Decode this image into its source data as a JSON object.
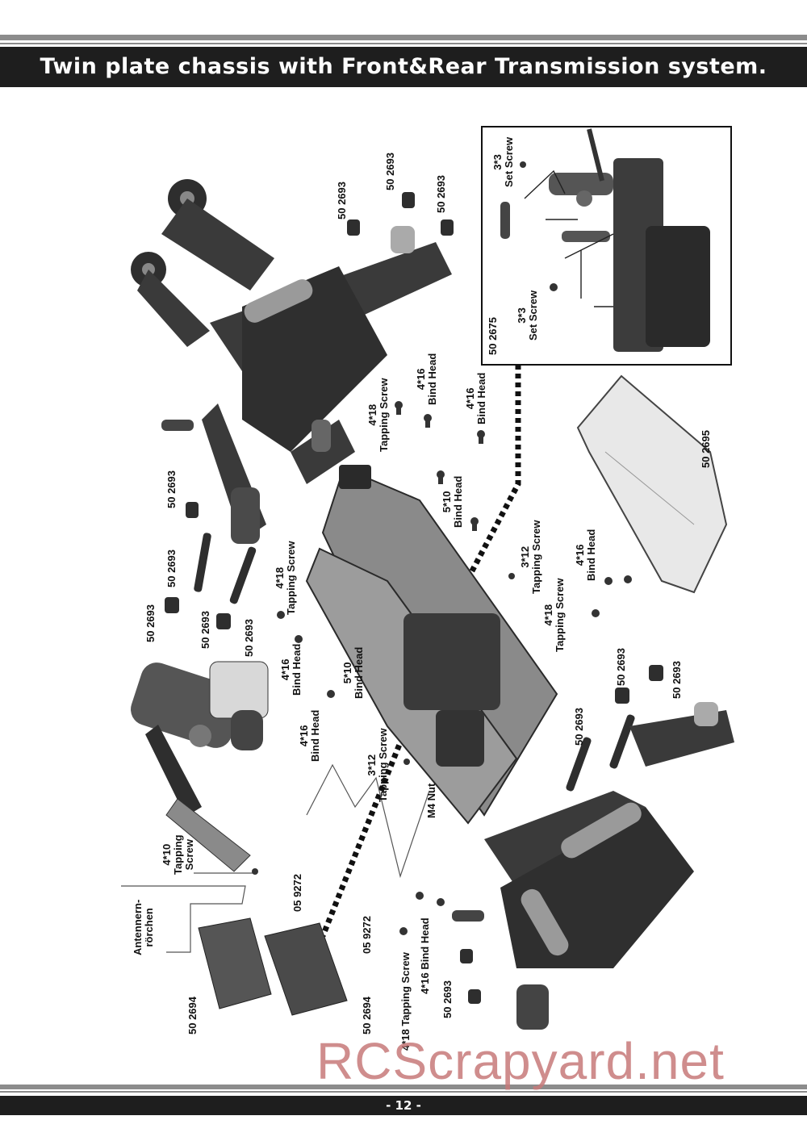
{
  "header": {
    "title": "Twin plate chassis with Front&Rear Transmission system."
  },
  "footer": {
    "page_number": "- 12 -"
  },
  "watermark": "RCScrapyard.net",
  "labels": {
    "p1": "50 2693",
    "p2": "50 2693",
    "p3": "50 2693",
    "p4_a": "4*18",
    "p4_b": "Tapping Screw",
    "p5_a": "4*16",
    "p5_b": "Bind Head",
    "p6_a": "4*16",
    "p6_b": "Bind Head",
    "p7": "50 2693",
    "p8": "50 2693",
    "p9": "50 2693",
    "p10": "50 2693",
    "p11": "50 2693",
    "p12_a": "4*18",
    "p12_b": "Tapping Screw",
    "p13_a": "5*10",
    "p13_b": "Bind Head",
    "p14_a": "4*16",
    "p14_b": "Bind Head",
    "p15_a": "5*10",
    "p15_b": "Bind Head",
    "p16_a": "4*16",
    "p16_b": "Bind Head",
    "p17_a": "3*12",
    "p17_b": "Tapping Screw",
    "p18": "M4 Nut",
    "p19_a": "3*12",
    "p19_b": "Tapping Screw",
    "p20_a": "4*16",
    "p20_b": "Bind Head",
    "p21_a": "4*18",
    "p21_b": "Tapping Screw",
    "p22": "50 2693",
    "p23": "50 2693",
    "p24": "50 2693",
    "p25": "50 2693",
    "p26_a": "4*10",
    "p26_b": "Tapping",
    "p26_c": "Screw",
    "p27": "05 9272",
    "p28": "05 9272",
    "p29_a": "Antennern-",
    "p29_b": "rörchen",
    "p30": "50 2694",
    "p31": "50 2694",
    "p32": "4*18 Tapping Screw",
    "p33": "4*16 Bind Head",
    "p34": "50 2695",
    "p35_a": "3*3",
    "p35_b": "Set Screw",
    "p36_a": "3*3",
    "p36_b": "Set Screw",
    "p37": "50 2675"
  }
}
